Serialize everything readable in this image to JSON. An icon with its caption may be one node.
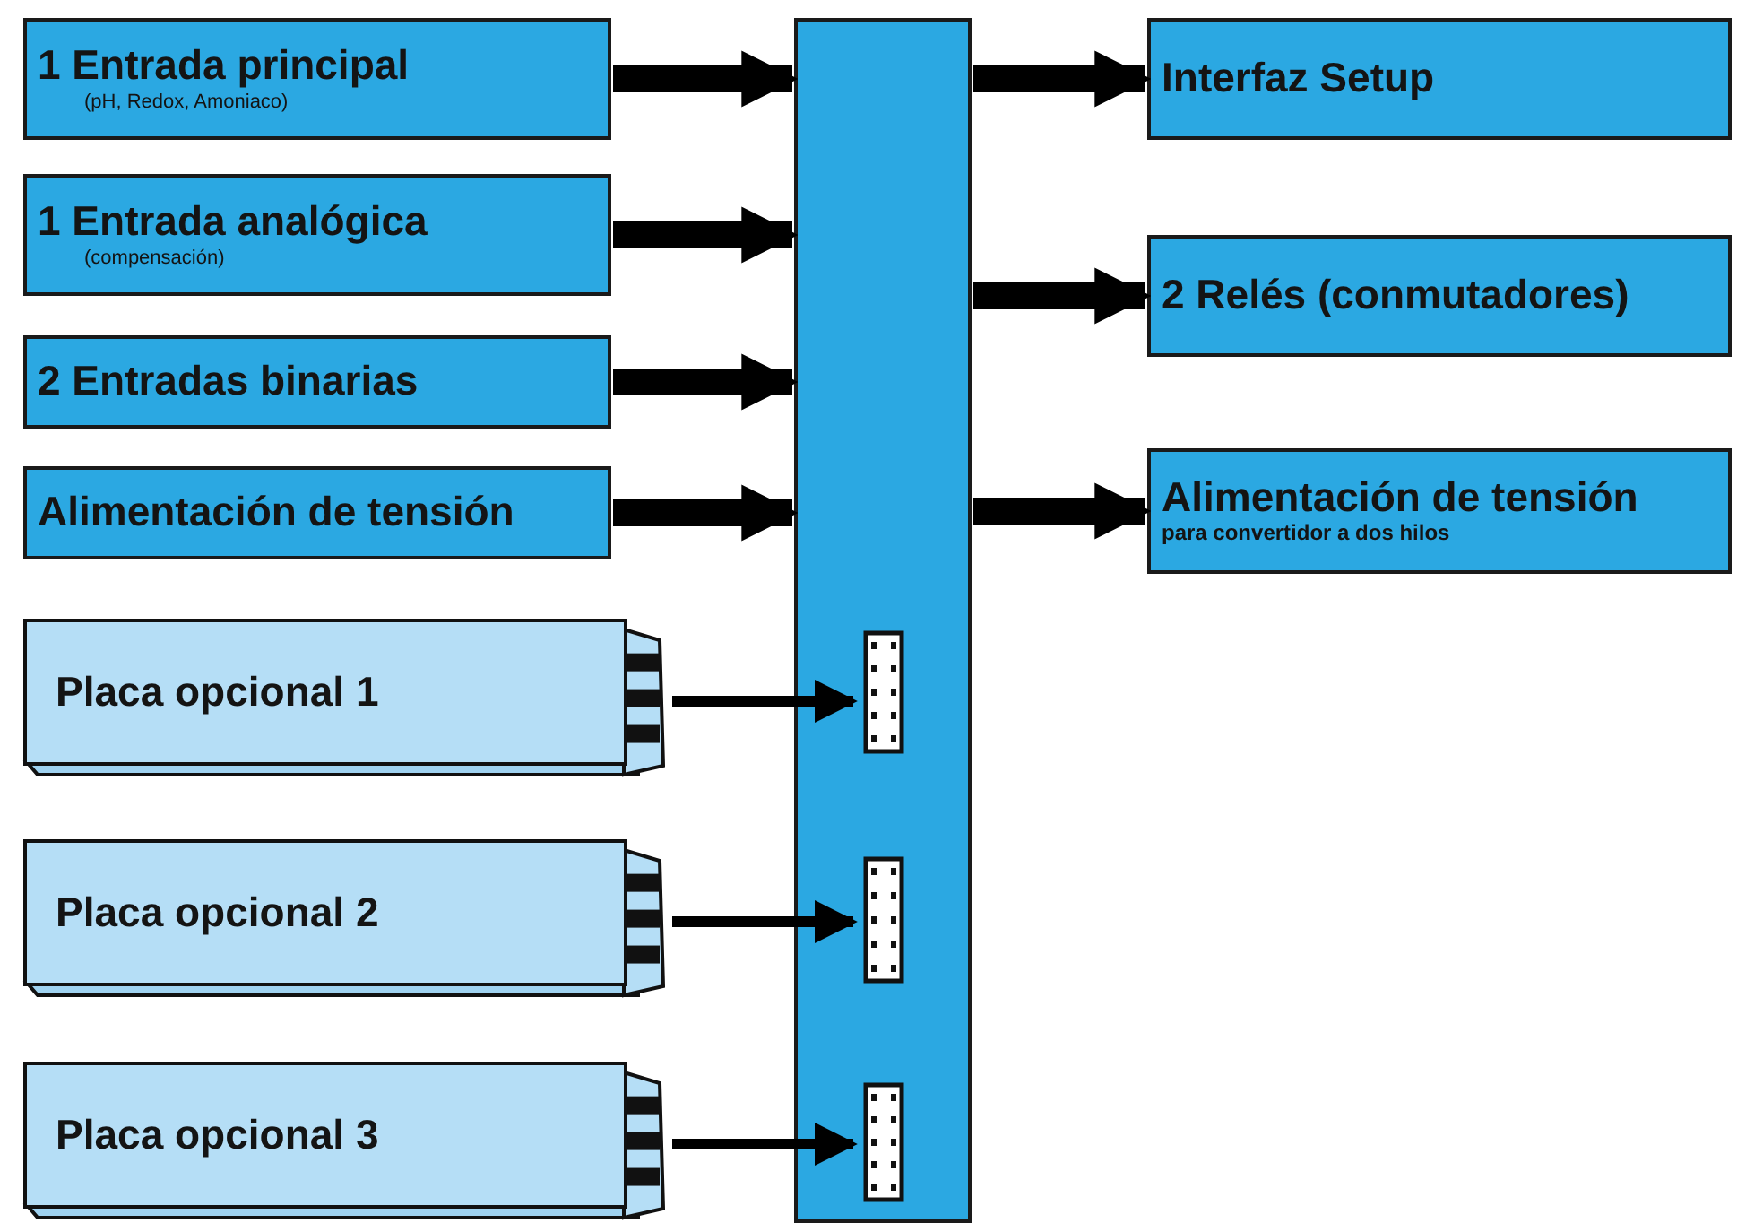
{
  "diagram": {
    "nodes": [
      {
        "text": [
          "1 Entrada principal",
          "(pH, Redox, Amoniaco)"
        ]
      },
      {
        "text": [
          "1 Entrada analógica",
          "(compensación)"
        ]
      },
      {
        "text": [
          "2 Entradas binarias"
        ]
      },
      {
        "text": [
          "Alimentación de tensión"
        ]
      },
      {
        "text": [],
        "shape": "bar"
      },
      {
        "text": [
          "Interfaz Setup"
        ]
      },
      {
        "text": [
          "2 Relés (conmutadores)"
        ]
      },
      {
        "text": [
          "Alimentación de tensión",
          "para convertidor a dos hilos"
        ]
      },
      {
        "text": [
          "Placa opcional 1"
        ]
      },
      {
        "text": [
          "Placa opcional 2"
        ]
      },
      {
        "text": [
          "Placa opcional 3"
        ]
      },
      {
        "text": [],
        "shape": "box",
        "in": 4
      },
      {
        "text": [],
        "shape": "box",
        "in": 4
      },
      {
        "text": [],
        "shape": "box",
        "in": 4
      }
    ],
    "edges": [
      {
        "from": 0,
        "to": 4,
        "arrow": "to"
      },
      {
        "from": 1,
        "to": 4,
        "arrow": "to"
      },
      {
        "from": 2,
        "to": 4,
        "arrow": "to"
      },
      {
        "from": 3,
        "to": 4,
        "arrow": "to"
      },
      {
        "from": 4,
        "to": 5,
        "arrow": "to"
      },
      {
        "from": 4,
        "to": 6,
        "arrow": "to"
      },
      {
        "from": 4,
        "to": 7,
        "arrow": "to"
      },
      {
        "from": 8,
        "to": 11,
        "arrow": "to"
      },
      {
        "from": 9,
        "to": 12,
        "arrow": "to"
      },
      {
        "from": 10,
        "to": 13,
        "arrow": "to"
      }
    ]
  }
}
